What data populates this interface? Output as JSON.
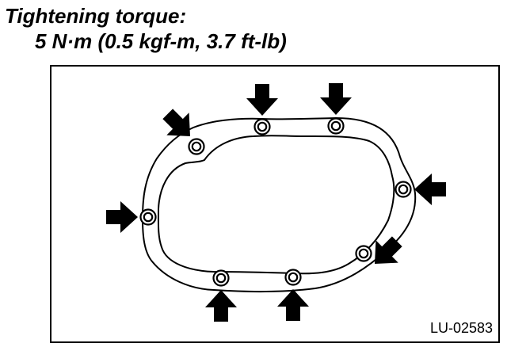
{
  "caption": {
    "line1": "Tightening torque:",
    "line2": "5 N·m (0.5 kgf-m, 3.7 ft-lb)"
  },
  "figure_code": "LU-02583",
  "bolt_count": 8,
  "colors": {
    "ink": "#000000",
    "paper": "#ffffff"
  }
}
